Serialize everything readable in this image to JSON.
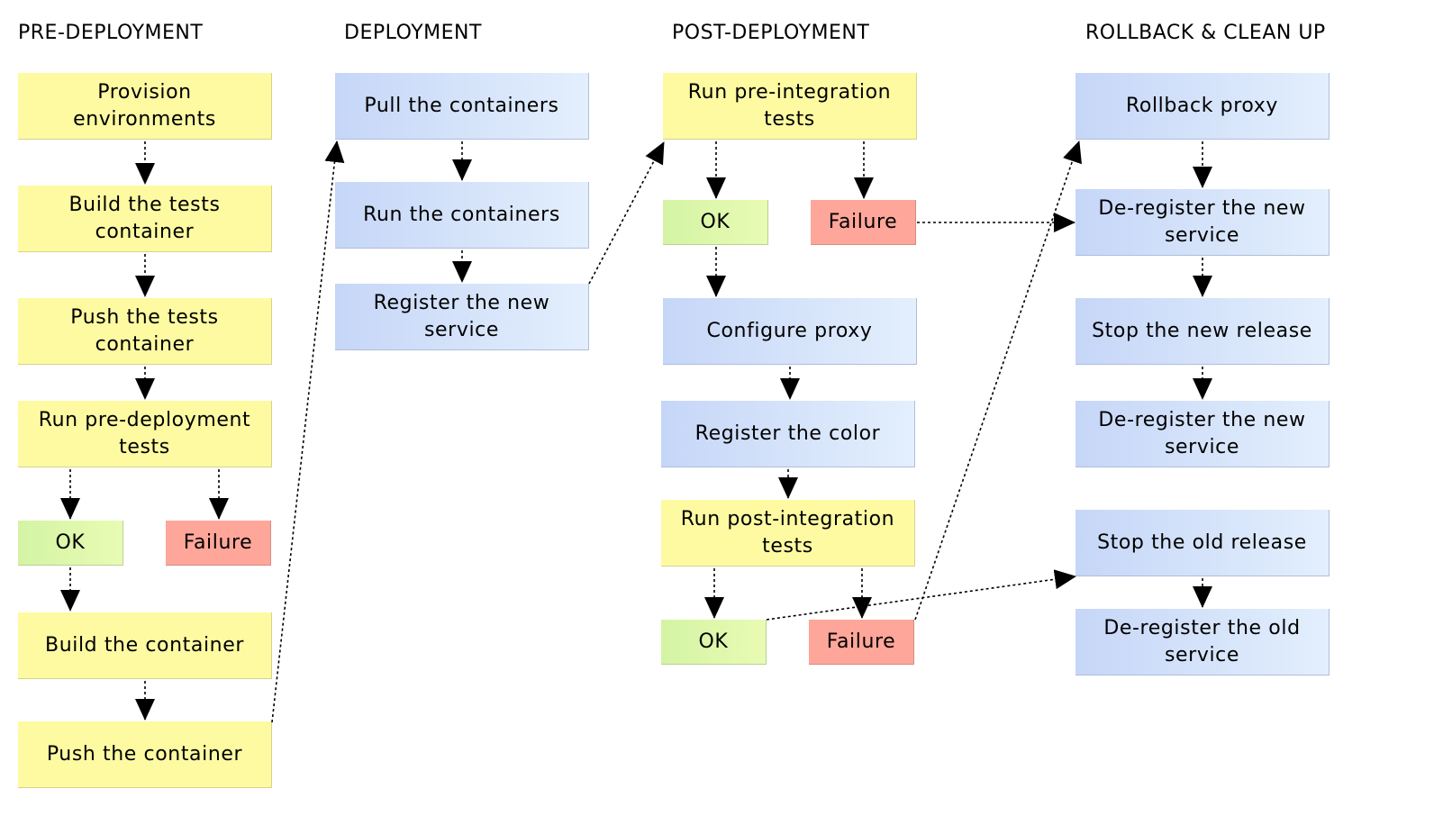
{
  "columns": {
    "pre": "PRE-DEPLOYMENT",
    "dep": "DEPLOYMENT",
    "post": "POST-DEPLOYMENT",
    "roll": "ROLLBACK & CLEAN UP"
  },
  "pre": {
    "provision": "Provision\nenvironments",
    "build_tests": "Build the tests\ncontainer",
    "push_tests": "Push the tests\ncontainer",
    "run_pre": "Run pre-deployment\ntests",
    "ok": "OK",
    "failure": "Failure",
    "build_container": "Build the container",
    "push_container": "Push the container"
  },
  "dep": {
    "pull": "Pull the containers",
    "run": "Run the containers",
    "register": "Register the new\nservice"
  },
  "post": {
    "run_pre_int": "Run pre-integration\ntests",
    "ok1": "OK",
    "failure1": "Failure",
    "configure_proxy": "Configure proxy",
    "register_color": "Register the color",
    "run_post_int": "Run post-integration\ntests",
    "ok2": "OK",
    "failure2": "Failure"
  },
  "roll": {
    "rollback_proxy": "Rollback proxy",
    "dereg_new1": "De-register the new\nservice",
    "stop_new": "Stop the new release",
    "dereg_new2": "De-register the new\nservice",
    "stop_old": "Stop the old release",
    "dereg_old": "De-register the old\nservice"
  },
  "colors": {
    "yellow": "#fdfaa2",
    "blue_start": "#c6d6f7",
    "blue_end": "#e3effd",
    "green": "#d4f4a4",
    "red": "#fea69a"
  }
}
